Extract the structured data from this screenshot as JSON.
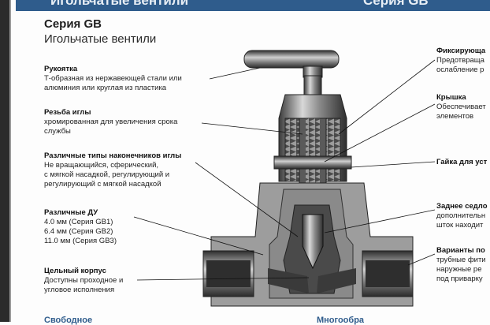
{
  "banner": {
    "left": "Игольчатые вентили",
    "right": "Серия GB"
  },
  "title": "Серия GB",
  "subtitle": "Игольчатые вентили",
  "left_labels": [
    {
      "title": "Рукоятка",
      "lines": [
        "Т-образная из нержавеющей стали или",
        "алюминия или круглая из пластика"
      ]
    },
    {
      "title": "Резьба иглы",
      "lines": [
        "хромированная для увеличения срока",
        "службы"
      ]
    },
    {
      "title": "Различные типы наконечников иглы",
      "lines": [
        "Не вращающийся, сферический,",
        "с мягкой насадкой, регулирующий и",
        "регулирующий с мягкой насадкой"
      ]
    },
    {
      "title": "Различные ДУ",
      "lines": [
        "4.0 мм (Серия GB1)",
        "6.4 мм (Серия GB2)",
        "11.0 мм (Серия GB3)"
      ]
    },
    {
      "title": "Цельный корпус",
      "lines": [
        "Доступны проходное и",
        "угловое исполнения"
      ]
    }
  ],
  "right_labels": [
    {
      "title": "Фиксирующа",
      "lines": [
        "Предотвраща",
        "ослабление р"
      ]
    },
    {
      "title": "Крышка",
      "lines": [
        "Обеспечивает",
        "элементов"
      ]
    },
    {
      "title": "Гайка для уст",
      "lines": []
    },
    {
      "title": "Заднее седло",
      "lines": [
        "дополнительн",
        "шток находит"
      ]
    },
    {
      "title": "Варианты по",
      "lines": [
        "трубные фити",
        "наружные ре",
        "под приварку"
      ]
    }
  ],
  "footer": {
    "left": "Свободное",
    "right": "Многообра"
  }
}
